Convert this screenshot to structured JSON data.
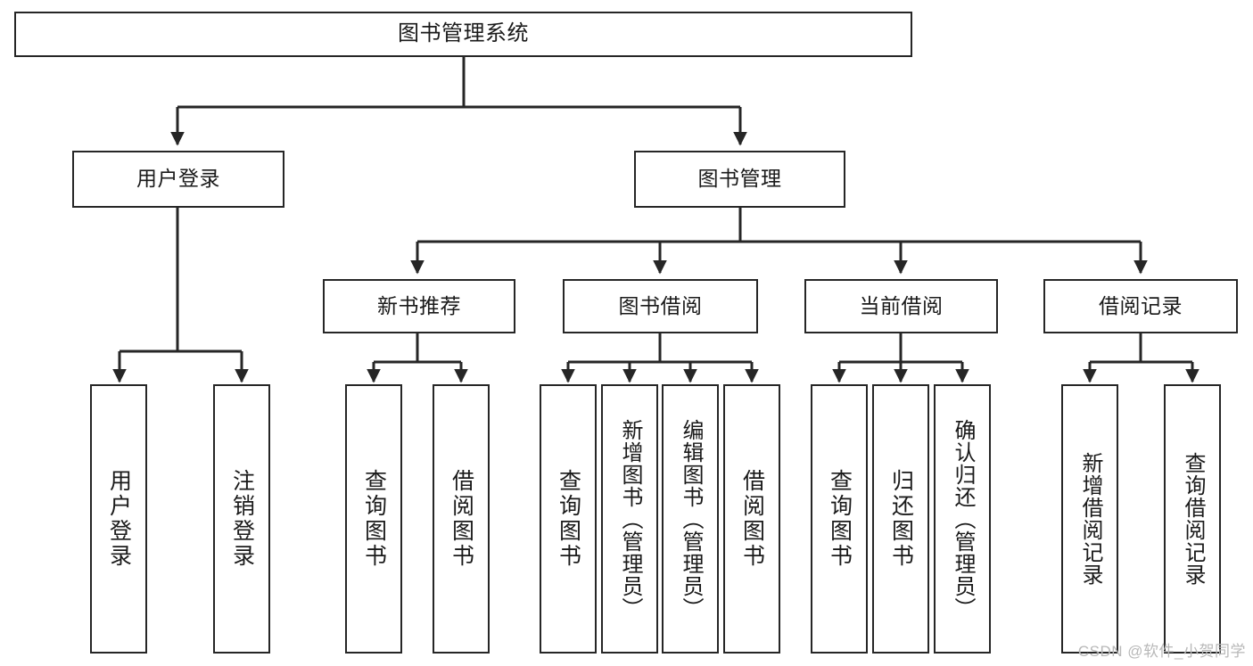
{
  "diagram": {
    "type": "tree-hierarchy-flowchart",
    "title": "图书管理系统",
    "background_color": "#ffffff",
    "stroke_color": "#262626",
    "text_color": "#1a1a1a",
    "root": {
      "id": "root",
      "label": "图书管理系统"
    },
    "level2": [
      {
        "id": "user-login",
        "label": "用户登录"
      },
      {
        "id": "book-management",
        "label": "图书管理"
      }
    ],
    "level3": [
      {
        "id": "new-book-recommend",
        "label": "新书推荐",
        "parent": "book-management"
      },
      {
        "id": "book-borrow",
        "label": "图书借阅",
        "parent": "book-management"
      },
      {
        "id": "current-borrow",
        "label": "当前借阅",
        "parent": "book-management"
      },
      {
        "id": "borrow-record",
        "label": "借阅记录",
        "parent": "book-management"
      }
    ],
    "leaves": [
      {
        "id": "leaf-user-login",
        "label": "用户登录",
        "parent": "user-login"
      },
      {
        "id": "leaf-logout-login",
        "label": "注销登录",
        "parent": "user-login"
      },
      {
        "id": "leaf-query-book-1",
        "label": "查询图书",
        "parent": "new-book-recommend"
      },
      {
        "id": "leaf-borrow-book-1",
        "label": "借阅图书",
        "parent": "new-book-recommend"
      },
      {
        "id": "leaf-query-book-2",
        "label": "查询图书",
        "parent": "book-borrow"
      },
      {
        "id": "leaf-add-book",
        "label": "新增图书（管理员）",
        "parent": "book-borrow"
      },
      {
        "id": "leaf-edit-book",
        "label": "编辑图书（管理员）",
        "parent": "book-borrow"
      },
      {
        "id": "leaf-borrow-book-2",
        "label": "借阅图书",
        "parent": "book-borrow"
      },
      {
        "id": "leaf-query-book-3",
        "label": "查询图书",
        "parent": "current-borrow"
      },
      {
        "id": "leaf-return-book",
        "label": "归还图书",
        "parent": "current-borrow"
      },
      {
        "id": "leaf-confirm-return",
        "label": "确认归还（管理员）",
        "parent": "current-borrow"
      },
      {
        "id": "leaf-add-record",
        "label": "新增借阅记录",
        "parent": "borrow-record"
      },
      {
        "id": "leaf-query-record",
        "label": "查询借阅记录",
        "parent": "borrow-record"
      }
    ]
  },
  "watermark": {
    "text": "CSDN @软件_小贺同学"
  }
}
